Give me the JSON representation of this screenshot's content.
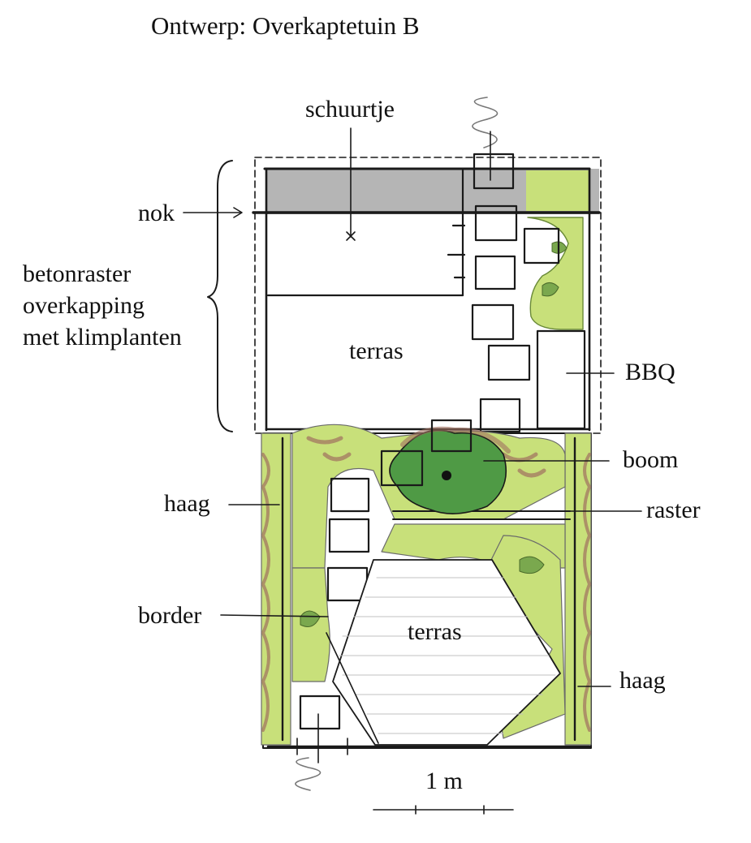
{
  "title": "Ontwerp: Overkaptetuin B",
  "labels": {
    "shed": "schuurtje",
    "ridge": "nok",
    "pergola": "betonraster\noverkapping\nmet klimplanten",
    "terrace_upper": "terras",
    "bbq": "BBQ",
    "tree": "boom",
    "hedge_left": "haag",
    "trellis": "raster",
    "border": "border",
    "terrace_lower": "terras",
    "hedge_right": "haag",
    "scale": "1 m"
  },
  "colors": {
    "ink": "#1a1a1a",
    "hedge_green": "#c8e07a",
    "hedge_brown": "#a06f5f",
    "dark_green": "#4f9a45",
    "roof_gray": "#b5b5b5"
  }
}
